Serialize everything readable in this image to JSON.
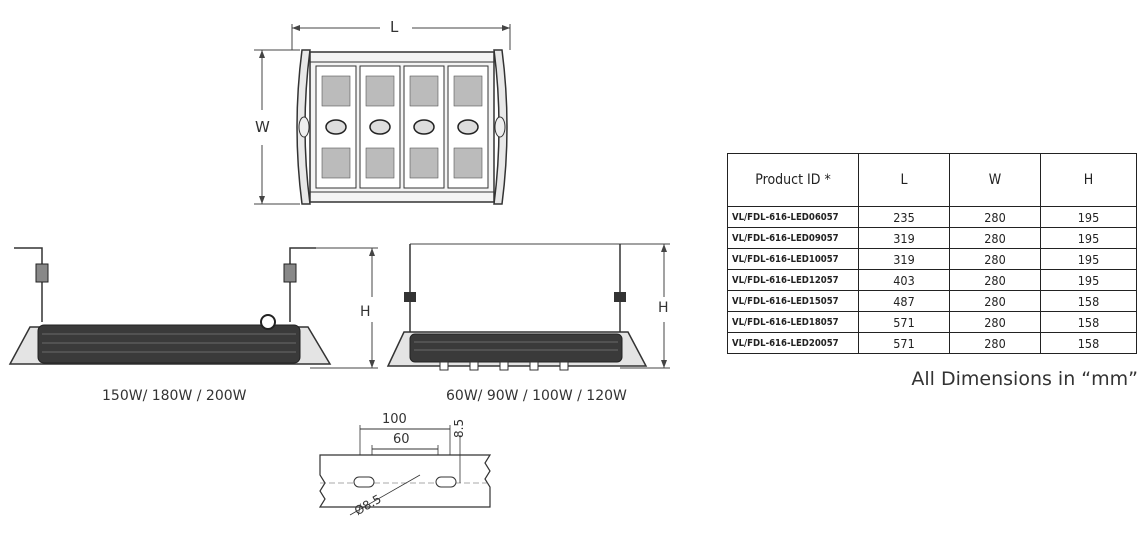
{
  "top_view": {
    "dim_l": "L",
    "dim_w": "W"
  },
  "side_views": [
    {
      "dim_h": "H",
      "caption": "150W/ 180W / 200W"
    },
    {
      "dim_h": "H",
      "caption": "60W/ 90W / 100W / 120W"
    }
  ],
  "bracket": {
    "dim_outer": "100",
    "dim_inner": "60",
    "dim_height": "8.5",
    "dim_hole": "Ø8.5"
  },
  "table": {
    "headers": [
      "Product ID *",
      "L",
      "W",
      "H"
    ],
    "rows": [
      [
        "VL/FDL-616-LED06057",
        "235",
        "280",
        "195"
      ],
      [
        "VL/FDL-616-LED09057",
        "319",
        "280",
        "195"
      ],
      [
        "VL/FDL-616-LED10057",
        "319",
        "280",
        "195"
      ],
      [
        "VL/FDL-616-LED12057",
        "403",
        "280",
        "195"
      ],
      [
        "VL/FDL-616-LED15057",
        "487",
        "280",
        "158"
      ],
      [
        "VL/FDL-616-LED18057",
        "571",
        "280",
        "158"
      ],
      [
        "VL/FDL-616-LED20057",
        "571",
        "280",
        "158"
      ]
    ]
  },
  "note": "All Dimensions in “mm”"
}
